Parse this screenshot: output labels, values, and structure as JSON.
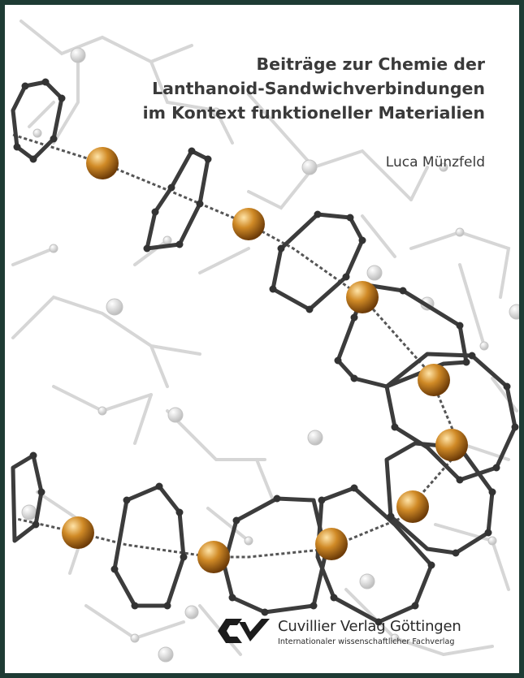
{
  "book": {
    "title_lines": [
      "Beiträge zur Chemie der",
      "Lanthanoid-Sandwichverbindungen",
      "im Kontext funktioneller Materialien"
    ],
    "author": "Luca Münzfeld"
  },
  "publisher": {
    "name": "Cuvillier Verlag Göttingen",
    "subtitle": "Internationaler wissenschaftlicher Fachverlag",
    "logo_icon": "cuvillier-logo-icon"
  },
  "colors": {
    "frame": "#1e3b34",
    "metal_atom": "#d08a26",
    "bond": "#3c3c3c",
    "background_molecule": "#d0d0d0",
    "text": "#3a3a3a"
  }
}
